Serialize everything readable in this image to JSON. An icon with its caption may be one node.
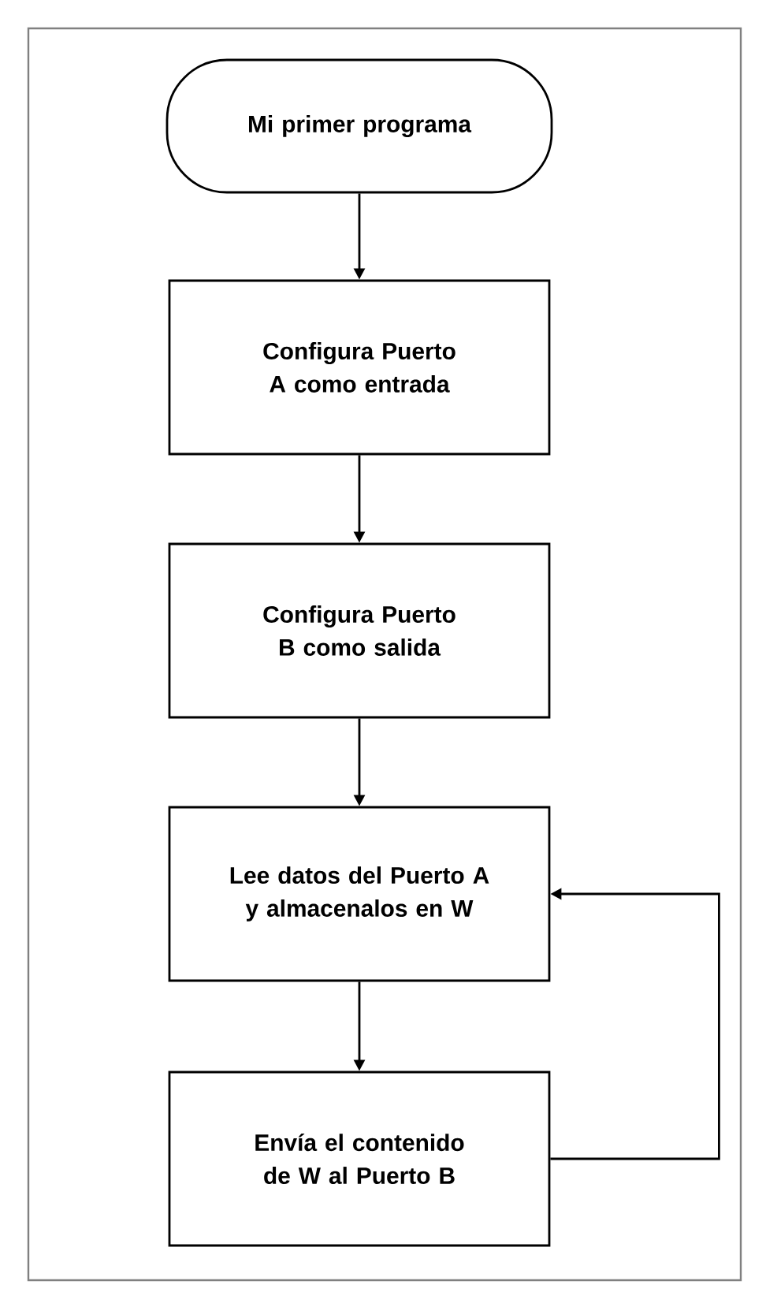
{
  "diagram": {
    "nodes": [
      {
        "text": [
          "Mi primer programa"
        ]
      },
      {
        "text": [
          "Configura Puerto A como entrada"
        ]
      },
      {
        "text": [
          "Configura Puerto B como salida"
        ]
      },
      {
        "text": [
          "Lee datos del Puerto A y almacenalos en W"
        ]
      },
      {
        "text": [
          "Envía el contenido de W al Puerto B"
        ]
      }
    ],
    "edges": [
      {
        "from": 0,
        "to": 1,
        "arrow": "to"
      },
      {
        "from": 1,
        "to": 2,
        "arrow": "to"
      },
      {
        "from": 2,
        "to": 3,
        "arrow": "to"
      },
      {
        "from": 3,
        "to": 4,
        "arrow": "to"
      },
      {
        "from": 4,
        "to": 3,
        "arrow": "to"
      }
    ]
  }
}
